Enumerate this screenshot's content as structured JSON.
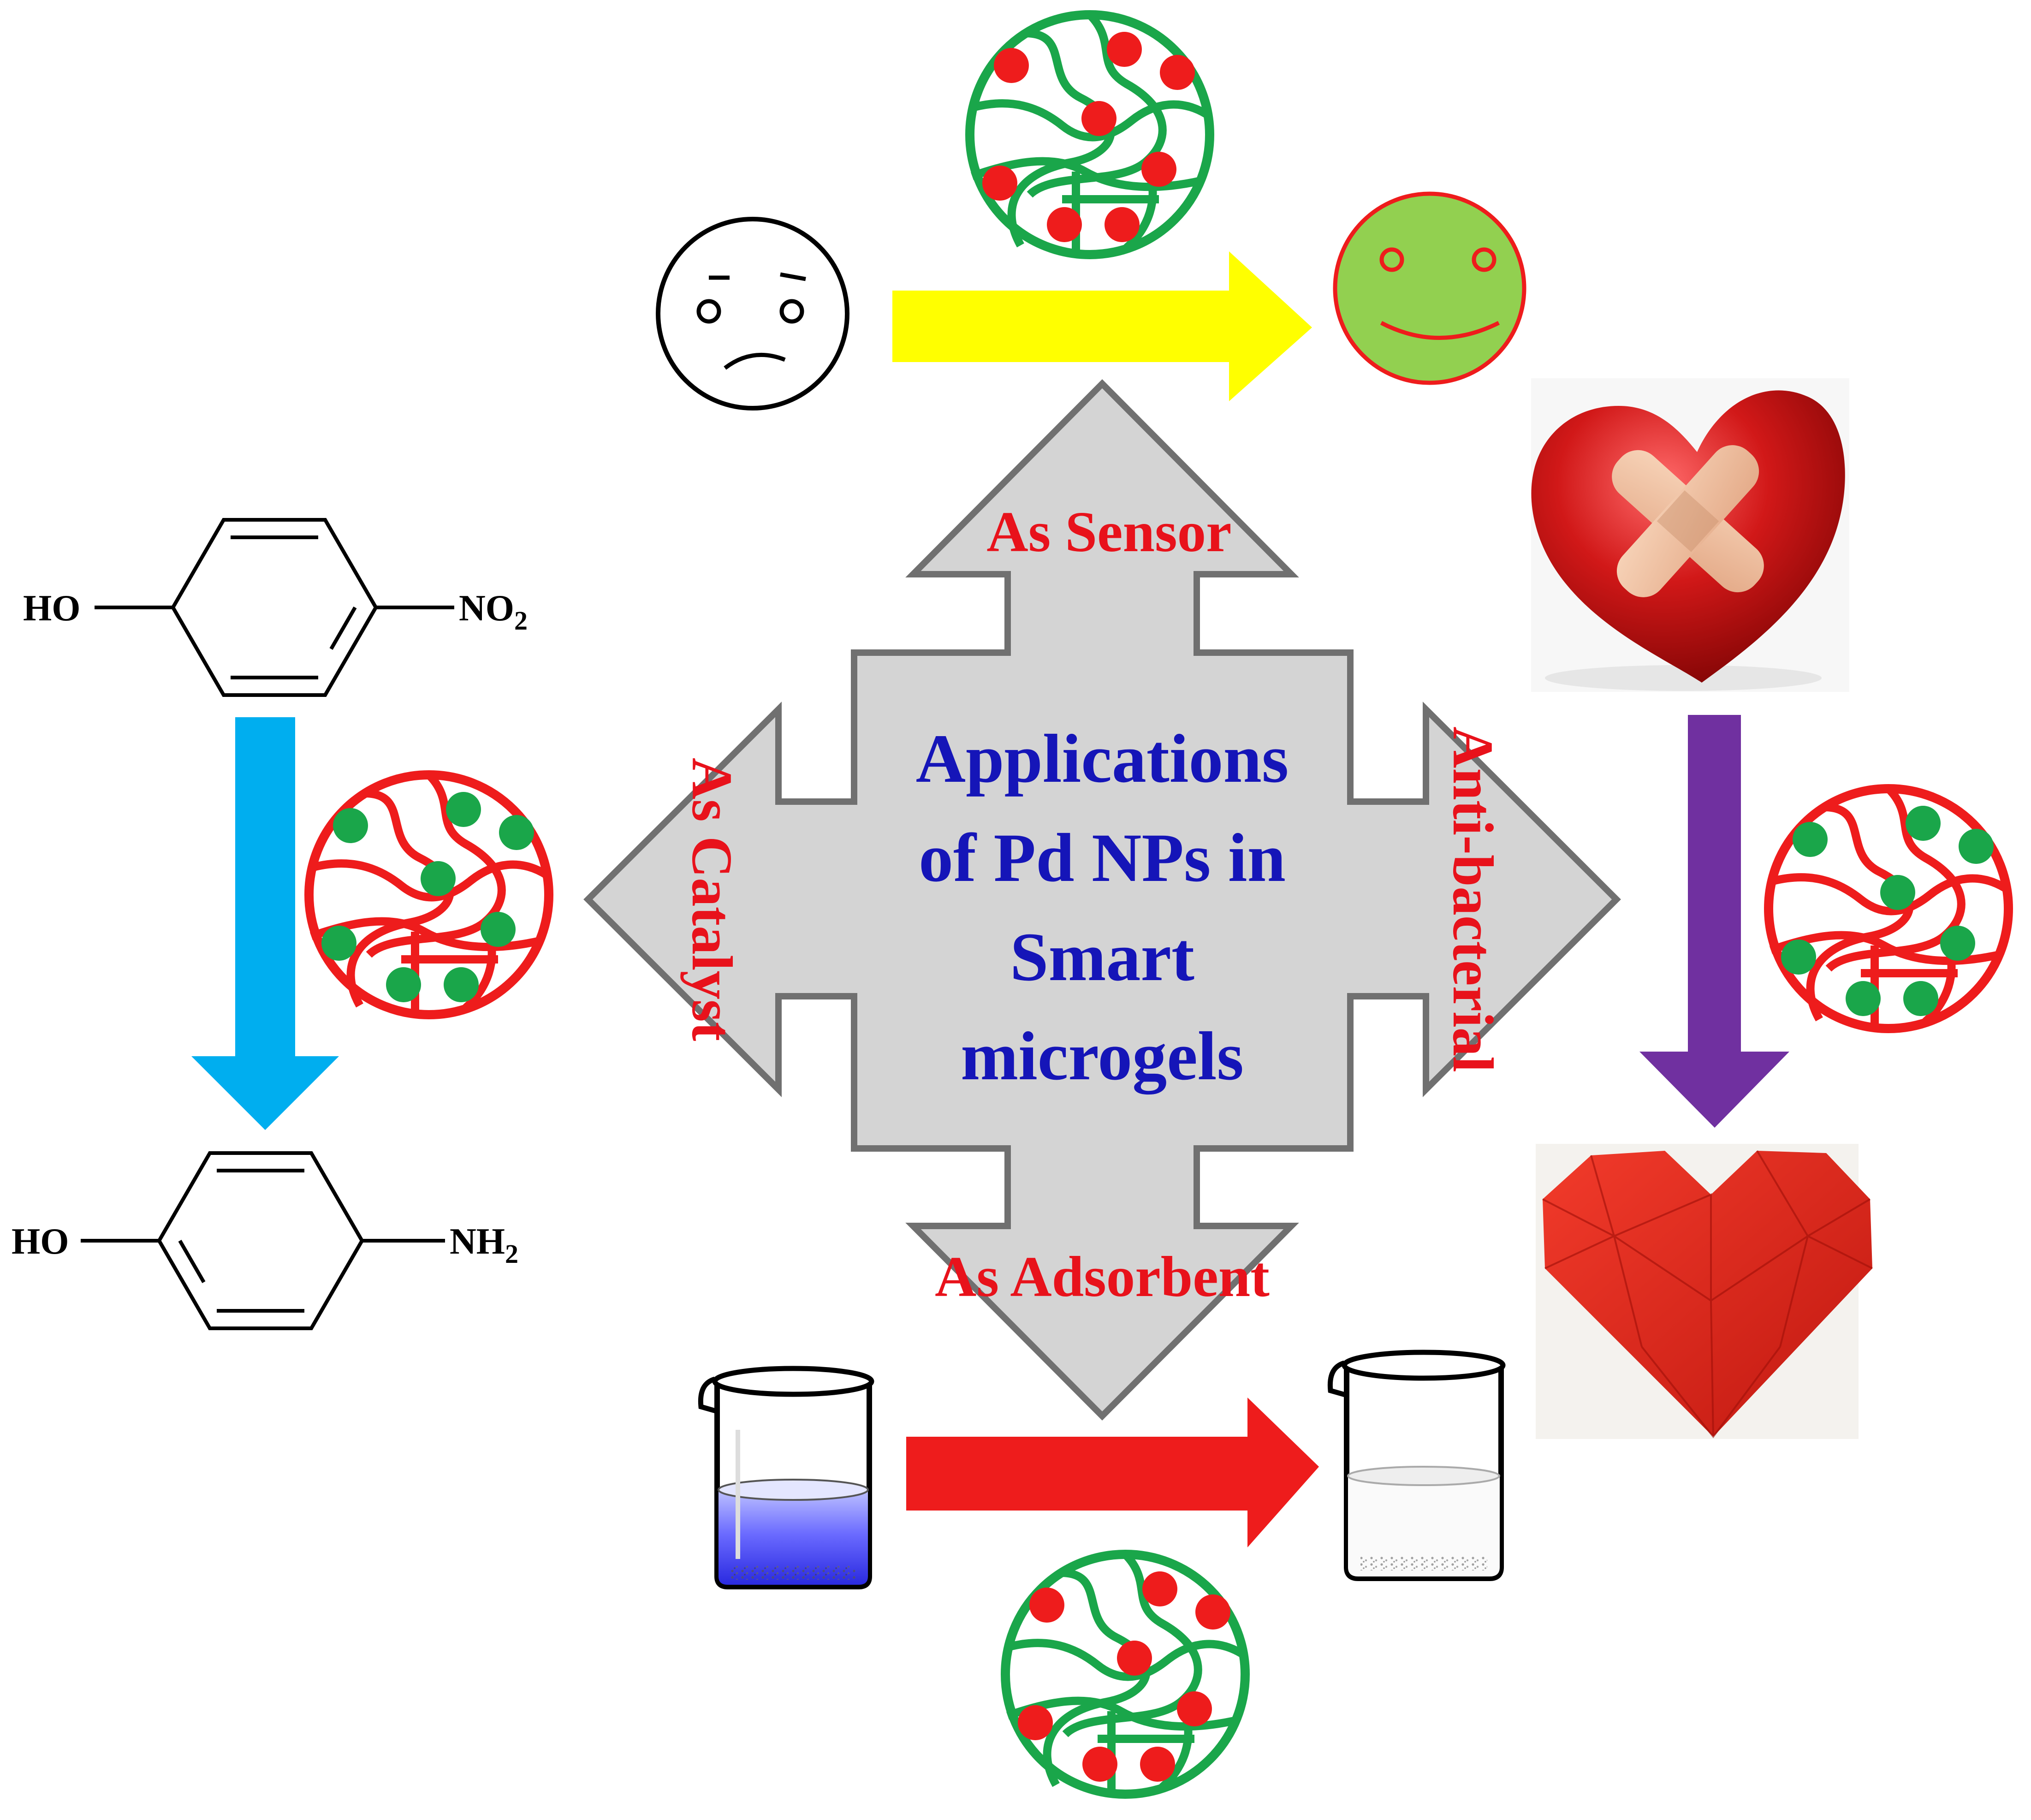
{
  "center": {
    "lines": [
      "Applications",
      "of Pd NPs in",
      "Smart",
      "microgels"
    ]
  },
  "arms": {
    "top": "As Sensor",
    "bottom": "As Adsorbent",
    "left": "As Catalyst",
    "right": "Anti-bacterial"
  },
  "catalyst": {
    "reactant": {
      "left": "HO",
      "right_main": "NO",
      "right_sub": "2"
    },
    "product": {
      "left": "HO",
      "right_main": "NH",
      "right_sub": "2"
    }
  },
  "colors": {
    "center_text": "#1515b8",
    "arm_text": "#e8121b",
    "cross_fill": "#d4d4d4",
    "cross_stroke": "#707070",
    "green": "#1aa64a",
    "red": "#ee1c1c",
    "yellow": "#ffff00",
    "blue": "#00aeef",
    "purple": "#7030a0",
    "smiley": "#92d050"
  },
  "icons": {
    "sad_face": "sad-face-icon",
    "happy_face": "happy-face-icon",
    "bandaged_heart": "bandaged-heart-icon",
    "paper_heart": "paper-heart-icon",
    "beaker_dye": "beaker-dye-icon",
    "beaker_clear": "beaker-clear-icon",
    "microgel": "microgel-icon"
  }
}
